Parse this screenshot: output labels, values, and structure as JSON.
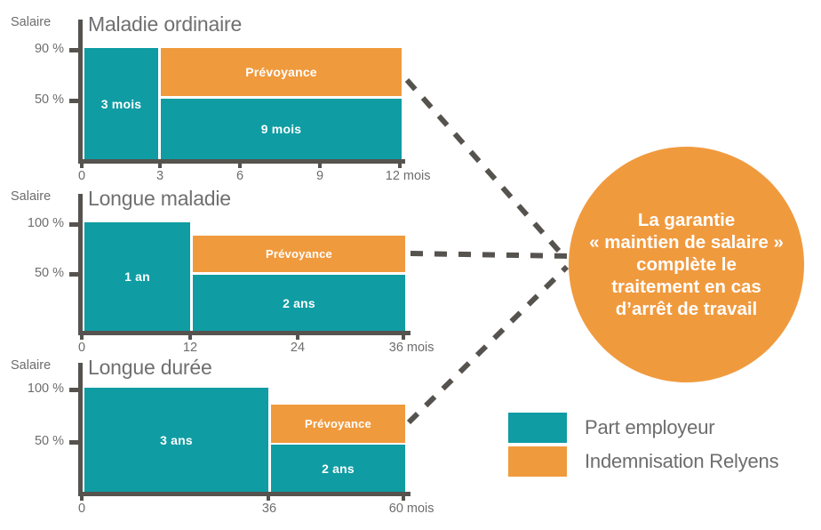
{
  "colors": {
    "teal": "#0f9ca3",
    "orange": "#f09a3e",
    "axis": "#56534f",
    "text_gray": "#6d6d6d",
    "title_gray": "#706f6f",
    "white": "#ffffff"
  },
  "callout": {
    "text": "La garantie\n« maintien de salaire »\ncomplète le\ntraitement en cas\nd’arrêt de travail"
  },
  "legend": {
    "items": [
      {
        "label": "Part employeur",
        "color": "#0f9ca3"
      },
      {
        "label": "Indemnisation Relyens",
        "color": "#f09a3e"
      }
    ]
  },
  "chart_data": [
    {
      "type": "bar",
      "title": "Maladie ordinaire",
      "ylabel": "Salaire",
      "xlabel": "mois",
      "xlim": [
        0,
        12
      ],
      "xticks": [
        0,
        3,
        6,
        9,
        12
      ],
      "xtick_labels": [
        "0",
        "3",
        "6",
        "9",
        "12 mois"
      ],
      "yticks": [
        50,
        90
      ],
      "ytick_labels": [
        "50 %",
        "90 %"
      ],
      "ylim": [
        0,
        100
      ],
      "grid": false,
      "legend_position": "external",
      "segments": [
        {
          "name": "Part employeur",
          "label": "3 mois",
          "color": "#0f9ca3",
          "x0": 0,
          "x1": 3,
          "y0": 0,
          "y1": 90
        },
        {
          "name": "Indemnisation Relyens",
          "label": "Prévoyance",
          "color": "#f09a3e",
          "x0": 3,
          "x1": 12,
          "y0": 50,
          "y1": 90
        },
        {
          "name": "Part employeur",
          "label": "9 mois",
          "color": "#0f9ca3",
          "x0": 3,
          "x1": 12,
          "y0": 0,
          "y1": 50
        }
      ]
    },
    {
      "type": "bar",
      "title": "Longue maladie",
      "ylabel": "Salaire",
      "xlabel": "mois",
      "xlim": [
        0,
        36
      ],
      "xticks": [
        0,
        12,
        24,
        36
      ],
      "xtick_labels": [
        "0",
        "12",
        "24",
        "36 mois"
      ],
      "yticks": [
        50,
        100
      ],
      "ytick_labels": [
        "50 %",
        "100 %"
      ],
      "ylim": [
        0,
        100
      ],
      "grid": false,
      "legend_position": "external",
      "segments": [
        {
          "name": "Part employeur",
          "label": "1 an",
          "color": "#0f9ca3",
          "x0": 0,
          "x1": 12,
          "y0": 0,
          "y1": 100
        },
        {
          "name": "Indemnisation Relyens",
          "label": "Prévoyance",
          "color": "#f09a3e",
          "x0": 12,
          "x1": 36,
          "y0": 50,
          "y1": 88
        },
        {
          "name": "Part employeur",
          "label": "2 ans",
          "color": "#0f9ca3",
          "x0": 12,
          "x1": 36,
          "y0": 0,
          "y1": 50
        }
      ]
    },
    {
      "type": "bar",
      "title": "Longue durée",
      "ylabel": "Salaire",
      "xlabel": "mois",
      "xlim": [
        0,
        60
      ],
      "xticks": [
        0,
        36,
        60
      ],
      "xtick_labels": [
        "0",
        "36",
        "60 mois"
      ],
      "yticks": [
        50,
        100
      ],
      "ytick_labels": [
        "50 %",
        "100 %"
      ],
      "ylim": [
        0,
        100
      ],
      "grid": false,
      "legend_position": "external",
      "segments": [
        {
          "name": "Part employeur",
          "label": "3 ans",
          "color": "#0f9ca3",
          "x0": 0,
          "x1": 36,
          "y0": 0,
          "y1": 100
        },
        {
          "name": "Indemnisation Relyens",
          "label": "Prévoyance",
          "color": "#f09a3e",
          "x0": 36,
          "x1": 60,
          "y0": 50,
          "y1": 88
        },
        {
          "name": "Part employeur",
          "label": "2 ans",
          "color": "#0f9ca3",
          "x0": 36,
          "x1": 60,
          "y0": 0,
          "y1": 50
        }
      ]
    }
  ]
}
